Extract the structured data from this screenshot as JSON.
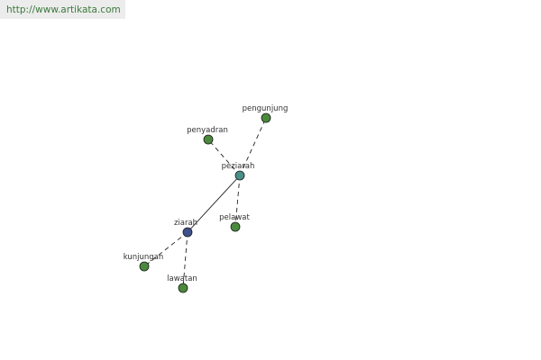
{
  "header": {
    "url": "http://www.artikata.com"
  },
  "graph": {
    "nodes": [
      {
        "id": "pengunjung",
        "label": "pengunjung",
        "color": "#4a8a3c"
      },
      {
        "id": "penyadran",
        "label": "penyadran",
        "color": "#4a8a3c"
      },
      {
        "id": "peziarah",
        "label": "peziarah",
        "color": "#4a8f88"
      },
      {
        "id": "pelawat",
        "label": "pelawat",
        "color": "#4a8a3c"
      },
      {
        "id": "ziarah",
        "label": "ziarah",
        "color": "#3f4f8c"
      },
      {
        "id": "kunjungan",
        "label": "kunjungan",
        "color": "#4a8a3c"
      },
      {
        "id": "lawatan",
        "label": "lawatan",
        "color": "#4a8a3c"
      }
    ],
    "edges": [
      {
        "from": "peziarah",
        "to": "pengunjung",
        "style": "dashed"
      },
      {
        "from": "peziarah",
        "to": "penyadran",
        "style": "dashed"
      },
      {
        "from": "peziarah",
        "to": "pelawat",
        "style": "dashed"
      },
      {
        "from": "peziarah",
        "to": "ziarah",
        "style": "solid"
      },
      {
        "from": "ziarah",
        "to": "kunjungan",
        "style": "dashed"
      },
      {
        "from": "ziarah",
        "to": "lawatan",
        "style": "dashed"
      }
    ]
  }
}
